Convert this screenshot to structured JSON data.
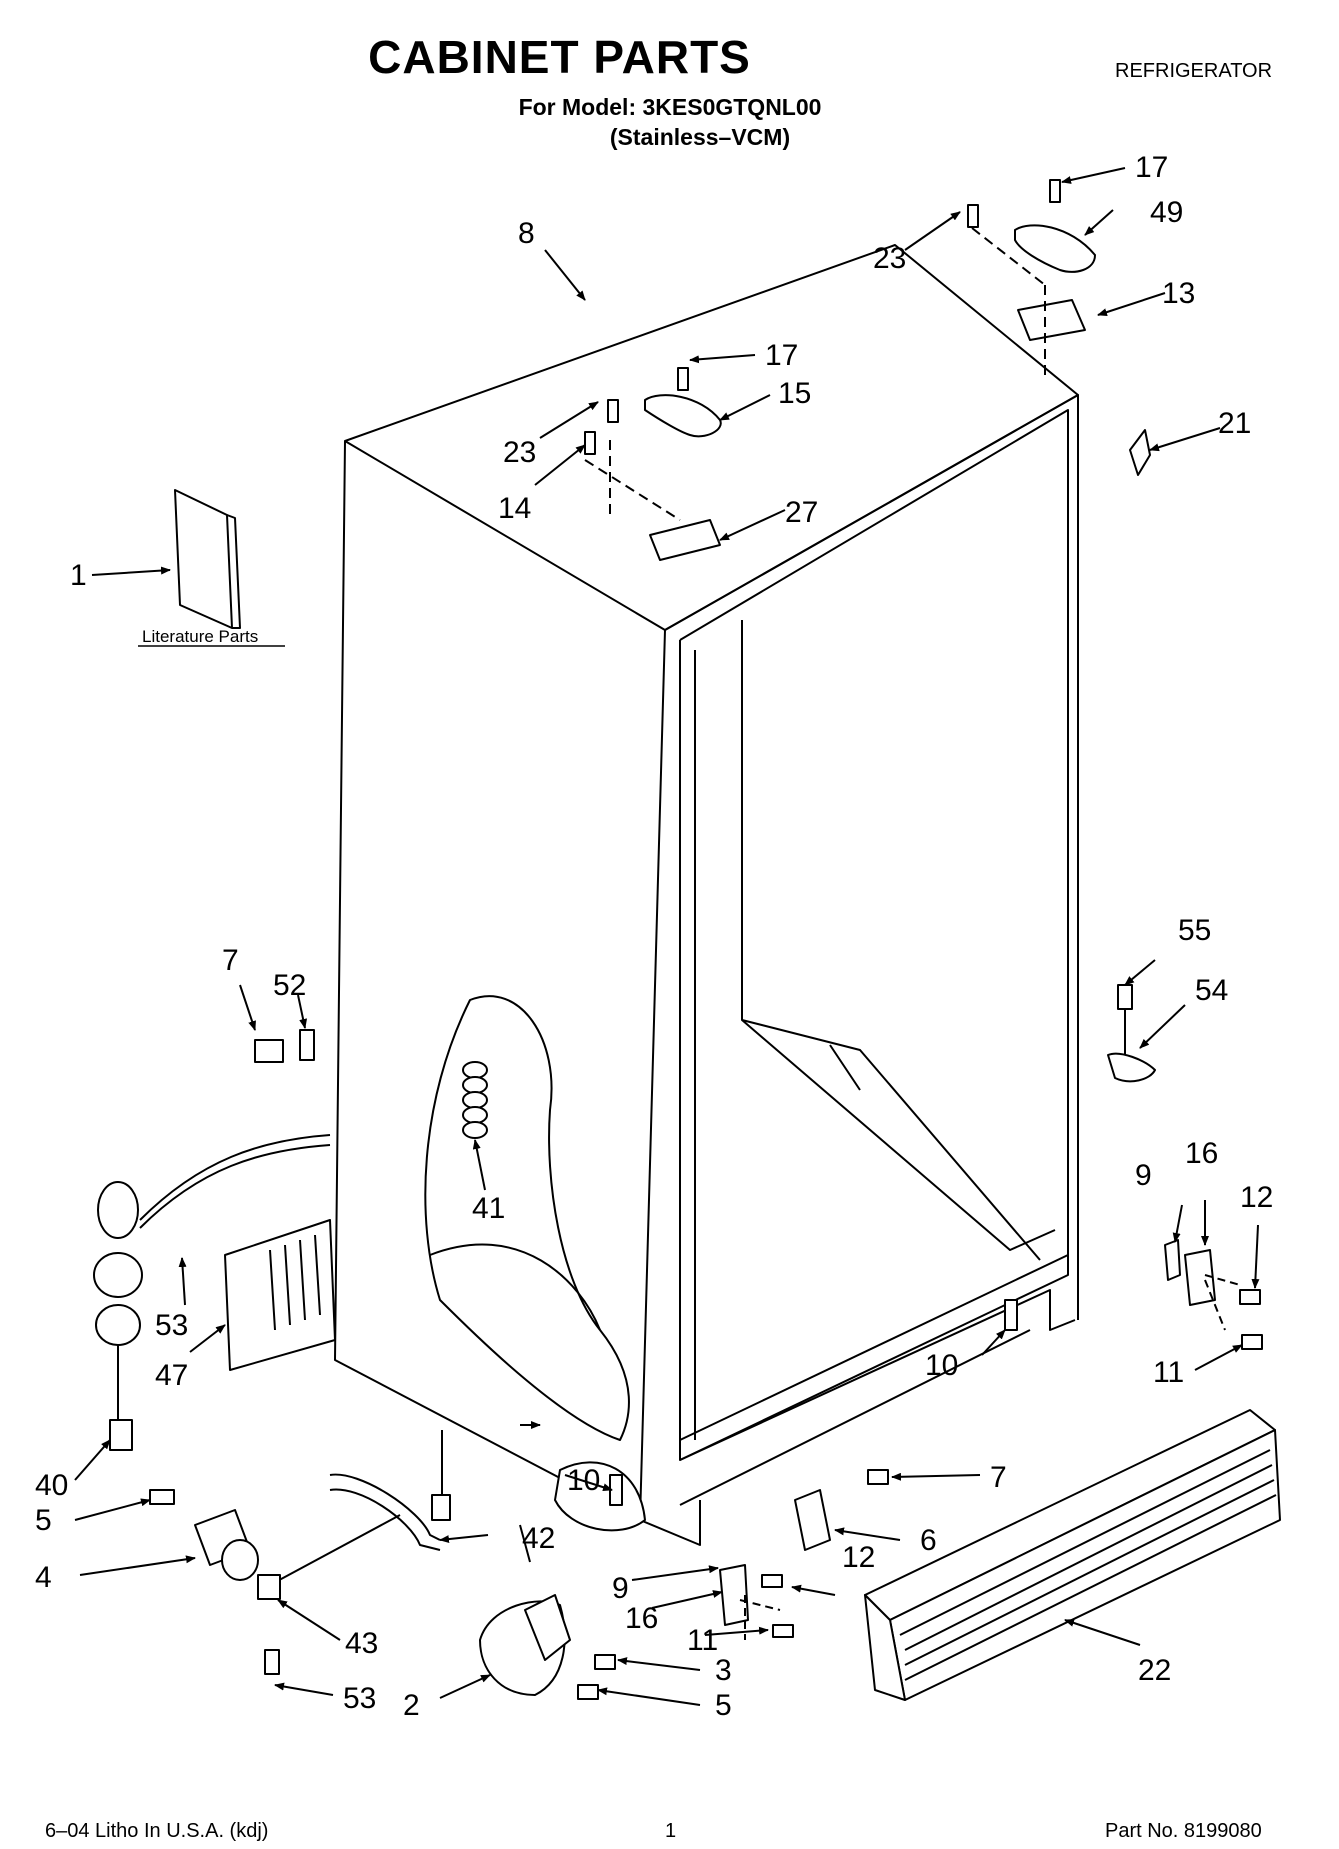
{
  "header": {
    "title": "CABINET PARTS",
    "model_line": "For Model: 3KES0GTQNL00",
    "finish_line": "(Stainless–VCM)",
    "appliance": "REFRIGERATOR"
  },
  "footer": {
    "print_info": "6–04 Litho In U.S.A. (kdj)",
    "page": "1",
    "part_no": "Part No. 8199080"
  },
  "diagram": {
    "literature_label": "Literature Parts",
    "callouts": [
      "1",
      "2",
      "3",
      "4",
      "5",
      "5",
      "6",
      "7",
      "7",
      "8",
      "9",
      "9",
      "10",
      "10",
      "11",
      "11",
      "12",
      "12",
      "13",
      "14",
      "15",
      "16",
      "16",
      "17",
      "17",
      "21",
      "22",
      "23",
      "23",
      "27",
      "40",
      "41",
      "42",
      "43",
      "47",
      "49",
      "52",
      "53",
      "53",
      "54",
      "55"
    ]
  }
}
